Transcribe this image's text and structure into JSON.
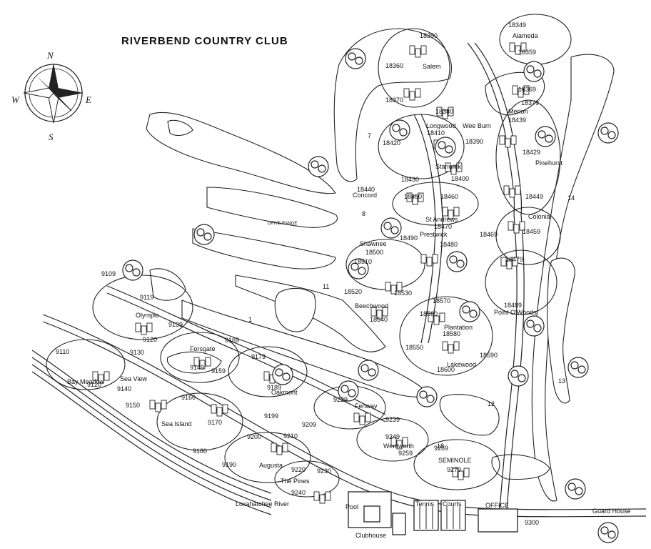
{
  "title": "RIVERBEND COUNTRY CLUB",
  "compass": {
    "north": "N",
    "south": "S",
    "east": "E",
    "west": "W"
  },
  "river_label": "Loxahatchee River",
  "guard_house": "Guard House",
  "drive_range": "DRIVE RANGE",
  "facilities": {
    "pool": "Pool",
    "clubhouse": "Clubhouse",
    "tennis": "Tennis",
    "courts": "Courts",
    "office": "OFFICE"
  },
  "neighborhoods": [
    "Alameda",
    "Salem",
    "Merlon",
    "Longwood",
    "Wee Burn",
    "Pinehurst",
    "Stanwick",
    "Concord",
    "St Andrews",
    "Colonial",
    "Prestwick",
    "Shawnee",
    "Point O'Woods",
    "Beechwood",
    "Plantation",
    "Lakewood",
    "Olympic",
    "Forsgate",
    "Bay Meadow",
    "Sea View",
    "Oakmont",
    "Fenway",
    "Sea Island",
    "Wentworth",
    "Augusta",
    "The Pines",
    "SEMINOLE"
  ],
  "numbers": [
    "18349",
    "18359",
    "18350",
    "18360",
    "18369",
    "18379",
    "18370",
    "18380",
    "18410",
    "18390",
    "18439",
    "18429",
    "18420",
    "18400",
    "18430",
    "18440",
    "18450",
    "18460",
    "18449",
    "18470",
    "18459",
    "18469",
    "18490",
    "18480",
    "18500",
    "18510",
    "18479",
    "18520",
    "18530",
    "18489",
    "18570",
    "18560",
    "18540",
    "18580",
    "18590",
    "18550",
    "18600",
    "9109",
    "9119",
    "9139",
    "9120",
    "9169",
    "9110",
    "9130",
    "9179",
    "9149",
    "9159",
    "9140",
    "9120",
    "9189",
    "9150",
    "9160",
    "9229",
    "9239",
    "9199",
    "9209",
    "9170",
    "9249",
    "9200",
    "9210",
    "9259",
    "9180",
    "9190",
    "9220",
    "9230",
    "9269",
    "9279",
    "9240",
    "9300"
  ],
  "holes": [
    "7",
    "8",
    "11",
    "1",
    "14",
    "12",
    "13",
    "18"
  ]
}
